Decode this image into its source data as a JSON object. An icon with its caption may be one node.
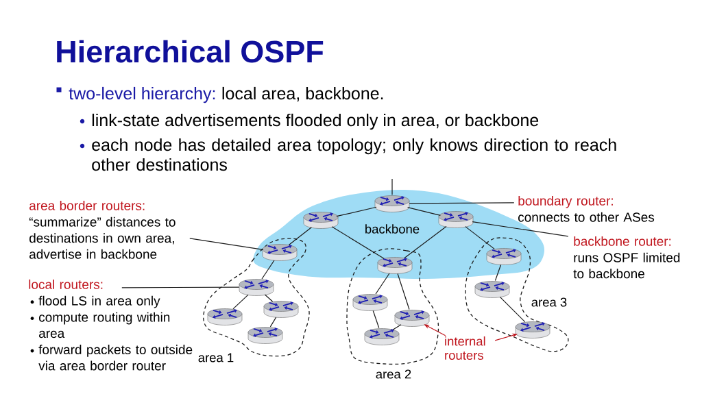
{
  "diagram": {
    "title": "Hierarchical OSPF",
    "nodes": [
      {
        "text": [
          "area border routers:",
          "“summarize” distances to destinations in own area, advertise in backbone"
        ]
      },
      {
        "text": [
          "boundary router:",
          "connects to other ASes"
        ]
      },
      {
        "text": [
          "backbone"
        ]
      },
      {
        "text": [],
        "shape": "cylinder",
        "in": 2
      },
      {
        "text": [],
        "shape": "cylinder",
        "in": 2
      },
      {
        "text": [],
        "shape": "cylinder",
        "in": 2
      },
      {
        "text": [
          "backbone router:",
          "runs OSPF limited to backbone"
        ]
      },
      {
        "text": [
          "area 1"
        ]
      },
      {
        "text": [],
        "shape": "cylinder"
      },
      {
        "text": [
          "local routers:",
          "flood LS in area only",
          "compute routing within area",
          "forward packets to outside via area border router"
        ]
      },
      {
        "text": [],
        "shape": "cylinder",
        "in": 7
      },
      {
        "text": [],
        "shape": "cylinder",
        "in": 7
      },
      {
        "text": [],
        "shape": "cylinder",
        "in": 7
      },
      {
        "text": [],
        "shape": "cylinder",
        "in": 7
      },
      {
        "text": [
          "area 2"
        ]
      },
      {
        "text": [],
        "shape": "cylinder"
      },
      {
        "text": [],
        "shape": "cylinder",
        "in": 14
      },
      {
        "text": [],
        "shape": "cylinder",
        "in": 14
      },
      {
        "text": [],
        "shape": "cylinder",
        "in": 14
      },
      {
        "text": [
          "area 3"
        ]
      },
      {
        "text": [],
        "shape": "cylinder"
      },
      {
        "text": [],
        "shape": "cylinder",
        "in": 19
      },
      {
        "text": [],
        "shape": "cylinder",
        "in": 19
      },
      {
        "text": [
          "internal routers"
        ]
      }
    ],
    "edges": [
      {
        "from": 0,
        "to": 8,
        "arrow": "none"
      },
      {
        "from": 1,
        "to": 3,
        "arrow": "none"
      },
      {
        "from": 6,
        "to": 5,
        "arrow": "none"
      },
      {
        "from": 9,
        "to": 10,
        "arrow": "none"
      },
      {
        "from": 23,
        "to": 17,
        "arrow": "to",
        "color": "#c0161e"
      },
      {
        "from": 23,
        "to": 22,
        "arrow": "to",
        "color": "#c0161e"
      },
      {
        "from": 3,
        "to": null,
        "arrow": "none"
      },
      {
        "from": 3,
        "to": 4,
        "arrow": "none"
      },
      {
        "from": 3,
        "to": 5,
        "arrow": "none"
      },
      {
        "from": 4,
        "to": 8,
        "arrow": "none"
      },
      {
        "from": 4,
        "to": 15,
        "arrow": "none"
      },
      {
        "from": 5,
        "to": 15,
        "arrow": "none"
      },
      {
        "from": 5,
        "to": 20,
        "arrow": "none"
      },
      {
        "from": 8,
        "to": 10,
        "arrow": "none"
      },
      {
        "from": 10,
        "to": 12,
        "arrow": "none"
      },
      {
        "from": 10,
        "to": 11,
        "arrow": "none"
      },
      {
        "from": 11,
        "to": 13,
        "arrow": "none"
      },
      {
        "from": 15,
        "to": 16,
        "arrow": "none"
      },
      {
        "from": 15,
        "to": 17,
        "arrow": "none"
      },
      {
        "from": 16,
        "to": 18,
        "arrow": "none"
      },
      {
        "from": 18,
        "to": 17,
        "arrow": "none"
      },
      {
        "from": 20,
        "to": 21,
        "arrow": "none"
      },
      {
        "from": 21,
        "to": 22,
        "arrow": "none"
      }
    ],
    "labels": [
      "two-level hierarchy:",
      "local area, backbone.",
      "link-state advertisements flooded only in area, or backbone",
      "each node has detailed area topology; only knows direction to reach other destinations"
    ]
  }
}
